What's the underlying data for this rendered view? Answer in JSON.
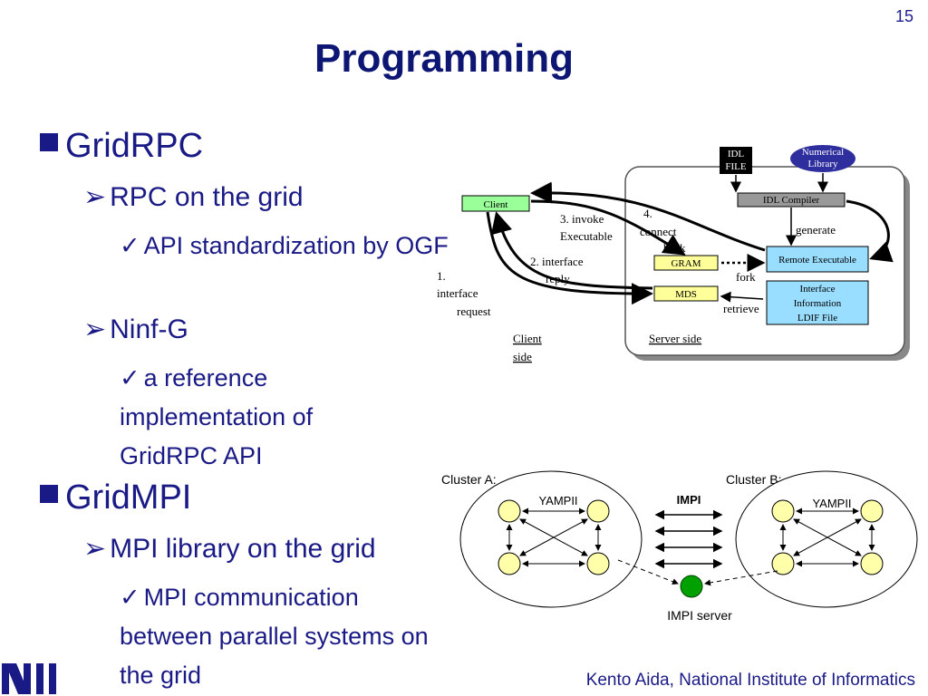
{
  "slide_number": "15",
  "title": "Programming",
  "bullets": {
    "gridrpc": "GridRPC",
    "rpc_on_grid": "RPC on the grid",
    "api_std": "API standardization by OGF",
    "ninfg": "Ninf-G",
    "reference_impl": "a reference implementation of GridRPC API",
    "gridmpi": "GridMPI",
    "mpi_library": "MPI library on the grid",
    "mpi_comm": "MPI communication between parallel systems on the grid"
  },
  "markers": {
    "level2": "➢",
    "level3": "✓"
  },
  "rpc_diagram": {
    "idl_file_line1": "IDL",
    "idl_file_line2": "FILE",
    "numerical_line1": "Numerical",
    "numerical_line2": "Library",
    "client": "Client",
    "idl_compiler": "IDL Compiler",
    "generate": "generate",
    "remote_executable": "Remote Executable",
    "gram": "GRAM",
    "mds": "MDS",
    "fork": "fork",
    "retrieve": "retrieve",
    "interface_info_line1": "Interface",
    "interface_info_line2": "Information",
    "interface_info_line3": "LDIF File",
    "step3_line1": "3. invoke",
    "step3_line2": "Executable",
    "step4_line1": "4.",
    "step4_line2": "connect",
    "step4_line3": "back",
    "step2_line1": "2. interface",
    "step2_line2": "reply",
    "step1_line1": "1.",
    "step1_line2": "interface",
    "step1_line3": "request",
    "client_side_line1": "Client",
    "client_side_line2": "side",
    "server_side": "Server side"
  },
  "mpi_diagram": {
    "cluster_a": "Cluster A:",
    "cluster_b": "Cluster B:",
    "yampii_a": "YAMPII",
    "yampii_b": "YAMPII",
    "impi": "IMPI",
    "impi_server": "IMPI server"
  },
  "footer": "Kento Aida, National Institute of Informatics",
  "colors": {
    "text_blue": "#1a1a86",
    "client_green": "#99ff99",
    "yellow_box": "#ffff99",
    "cyan_box": "#99ddff",
    "numerical_purple": "#2e2e9e",
    "node_yellow": "#ffffaa",
    "server_green": "#00a000"
  }
}
